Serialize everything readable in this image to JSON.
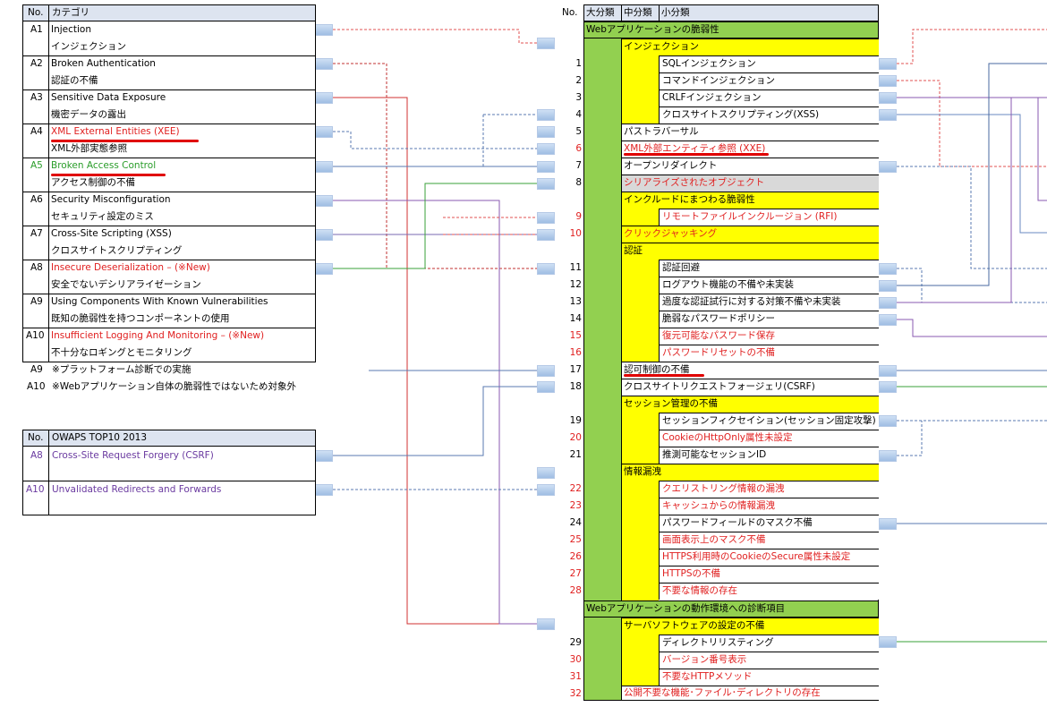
{
  "left_table": {
    "header_no": "No.",
    "header_category": "カテゴリ",
    "rows": [
      {
        "no": "A1",
        "en": "Injection",
        "ja": "インジェクション",
        "color": "black"
      },
      {
        "no": "A2",
        "en": "Broken Authentication",
        "ja": "認証の不備",
        "color": "black"
      },
      {
        "no": "A3",
        "en": "Sensitive Data Exposure",
        "ja": "機密データの露出",
        "color": "black"
      },
      {
        "no": "A4",
        "en": "XML External Entities (XEE)",
        "ja": "XML外部実態参照",
        "color": "red"
      },
      {
        "no": "A5",
        "en": "Broken Access Control",
        "ja": "アクセス制御の不備",
        "color": "green"
      },
      {
        "no": "A6",
        "en": "Security Misconfiguration",
        "ja": "セキュリティ設定のミス",
        "color": "black"
      },
      {
        "no": "A7",
        "en": "Cross-Site Scripting (XSS)",
        "ja": "クロスサイトスクリプティング",
        "color": "black"
      },
      {
        "no": "A8",
        "en": "Insecure Deserialization – (※New)",
        "ja": "安全でないデシリアライゼーション",
        "color": "red"
      },
      {
        "no": "A9",
        "en": "Using Components With Known Vulnerabilities",
        "ja": "既知の脆弱性を持つコンポーネントの使用",
        "color": "black"
      },
      {
        "no": "A10",
        "en": "Insufficient Logging And Monitoring – (※New)",
        "ja": "不十分なロギングとモニタリング",
        "color": "red"
      }
    ],
    "notes": [
      {
        "no": "A9",
        "text": "※プラットフォーム診断での実施"
      },
      {
        "no": "A10",
        "text": "※Webアプリケーション自体の脆弱性ではないため対象外"
      }
    ]
  },
  "old_table": {
    "header_no": "No.",
    "header_title": "OWAPS TOP10 2013",
    "rows": [
      {
        "no": "A8",
        "en": "Cross-Site Request Forgery (CSRF)"
      },
      {
        "no": "A10",
        "en": "Unvalidated Redirects and Forwards"
      }
    ]
  },
  "right_table": {
    "header_no": "No.",
    "header_major": "大分類",
    "header_mid": "中分類",
    "header_minor": "小分類",
    "major_1": "Webアプリケーションの脆弱性",
    "major_2": "Webアプリケーションの動作環境への診断項目",
    "mid": {
      "injection": "インジェクション",
      "path_traversal": "パストラバーサル",
      "xxe": "XML外部エンティティ参照 (XXE)",
      "open_redirect": "オープンリダイレクト",
      "serialized": "シリアライズされたオブジェクト",
      "include": "インクルードにまつわる脆弱性",
      "clickjacking": "クリックジャッキング",
      "auth": "認証",
      "authz": "認可制御の不備",
      "csrf": "クロスサイトリクエストフォージェリ(CSRF)",
      "session": "セッション管理の不備",
      "info_leak": "情報漏洩",
      "server_sw": "サーバソフトウェアの設定の不備",
      "public": "公開不要な機能･ファイル･ディレクトリの存在"
    },
    "items": [
      {
        "no": "1",
        "text": "SQLインジェクション",
        "red": false
      },
      {
        "no": "2",
        "text": "コマンドインジェクション",
        "red": false
      },
      {
        "no": "3",
        "text": "CRLFインジェクション",
        "red": false
      },
      {
        "no": "4",
        "text": "クロスサイトスクリプティング(XSS)",
        "red": false
      },
      {
        "no": "5",
        "text": "",
        "red": false
      },
      {
        "no": "6",
        "text": "",
        "red": true
      },
      {
        "no": "7",
        "text": "",
        "red": false
      },
      {
        "no": "8",
        "text": "",
        "red": false
      },
      {
        "no": "9",
        "text": "リモートファイルインクルージョン (RFI)",
        "red": true
      },
      {
        "no": "10",
        "text": "",
        "red": true
      },
      {
        "no": "11",
        "text": "認証回避",
        "red": false
      },
      {
        "no": "12",
        "text": "ログアウト機能の不備や未実装",
        "red": false
      },
      {
        "no": "13",
        "text": "過度な認証試行に対する対策不備や未実装",
        "red": false
      },
      {
        "no": "14",
        "text": "脆弱なパスワードポリシー",
        "red": false
      },
      {
        "no": "15",
        "text": "復元可能なパスワード保存",
        "red": true
      },
      {
        "no": "16",
        "text": "パスワードリセットの不備",
        "red": true
      },
      {
        "no": "17",
        "text": "",
        "red": false
      },
      {
        "no": "18",
        "text": "",
        "red": false
      },
      {
        "no": "19",
        "text": "セッションフィクセイション(セッション固定攻撃)",
        "red": false
      },
      {
        "no": "20",
        "text": "CookieのHttpOnly属性未設定",
        "red": true
      },
      {
        "no": "21",
        "text": "推測可能なセッションID",
        "red": false
      },
      {
        "no": "22",
        "text": "クエリストリング情報の漏洩",
        "red": true
      },
      {
        "no": "23",
        "text": "キャッシュからの情報漏洩",
        "red": true
      },
      {
        "no": "24",
        "text": "パスワードフィールドのマスク不備",
        "red": false
      },
      {
        "no": "25",
        "text": "画面表示上のマスク不備",
        "red": true
      },
      {
        "no": "26",
        "text": "HTTPS利用時のCookieのSecure属性未設定",
        "red": true
      },
      {
        "no": "27",
        "text": "HTTPSの不備",
        "red": true
      },
      {
        "no": "28",
        "text": "不要な情報の存在",
        "red": true
      },
      {
        "no": "29",
        "text": "ディレクトリリスティング",
        "red": false
      },
      {
        "no": "30",
        "text": "バージョン番号表示",
        "red": true
      },
      {
        "no": "31",
        "text": "不要なHTTPメソッド",
        "red": true
      },
      {
        "no": "32",
        "text": "",
        "red": true
      }
    ]
  },
  "colors": {
    "header_bg": "#dde4f0",
    "green": "#92d050",
    "yellow": "#ffff00",
    "gray": "#d9d9d9",
    "red_text": "#e02020",
    "underline": "#e00000"
  }
}
